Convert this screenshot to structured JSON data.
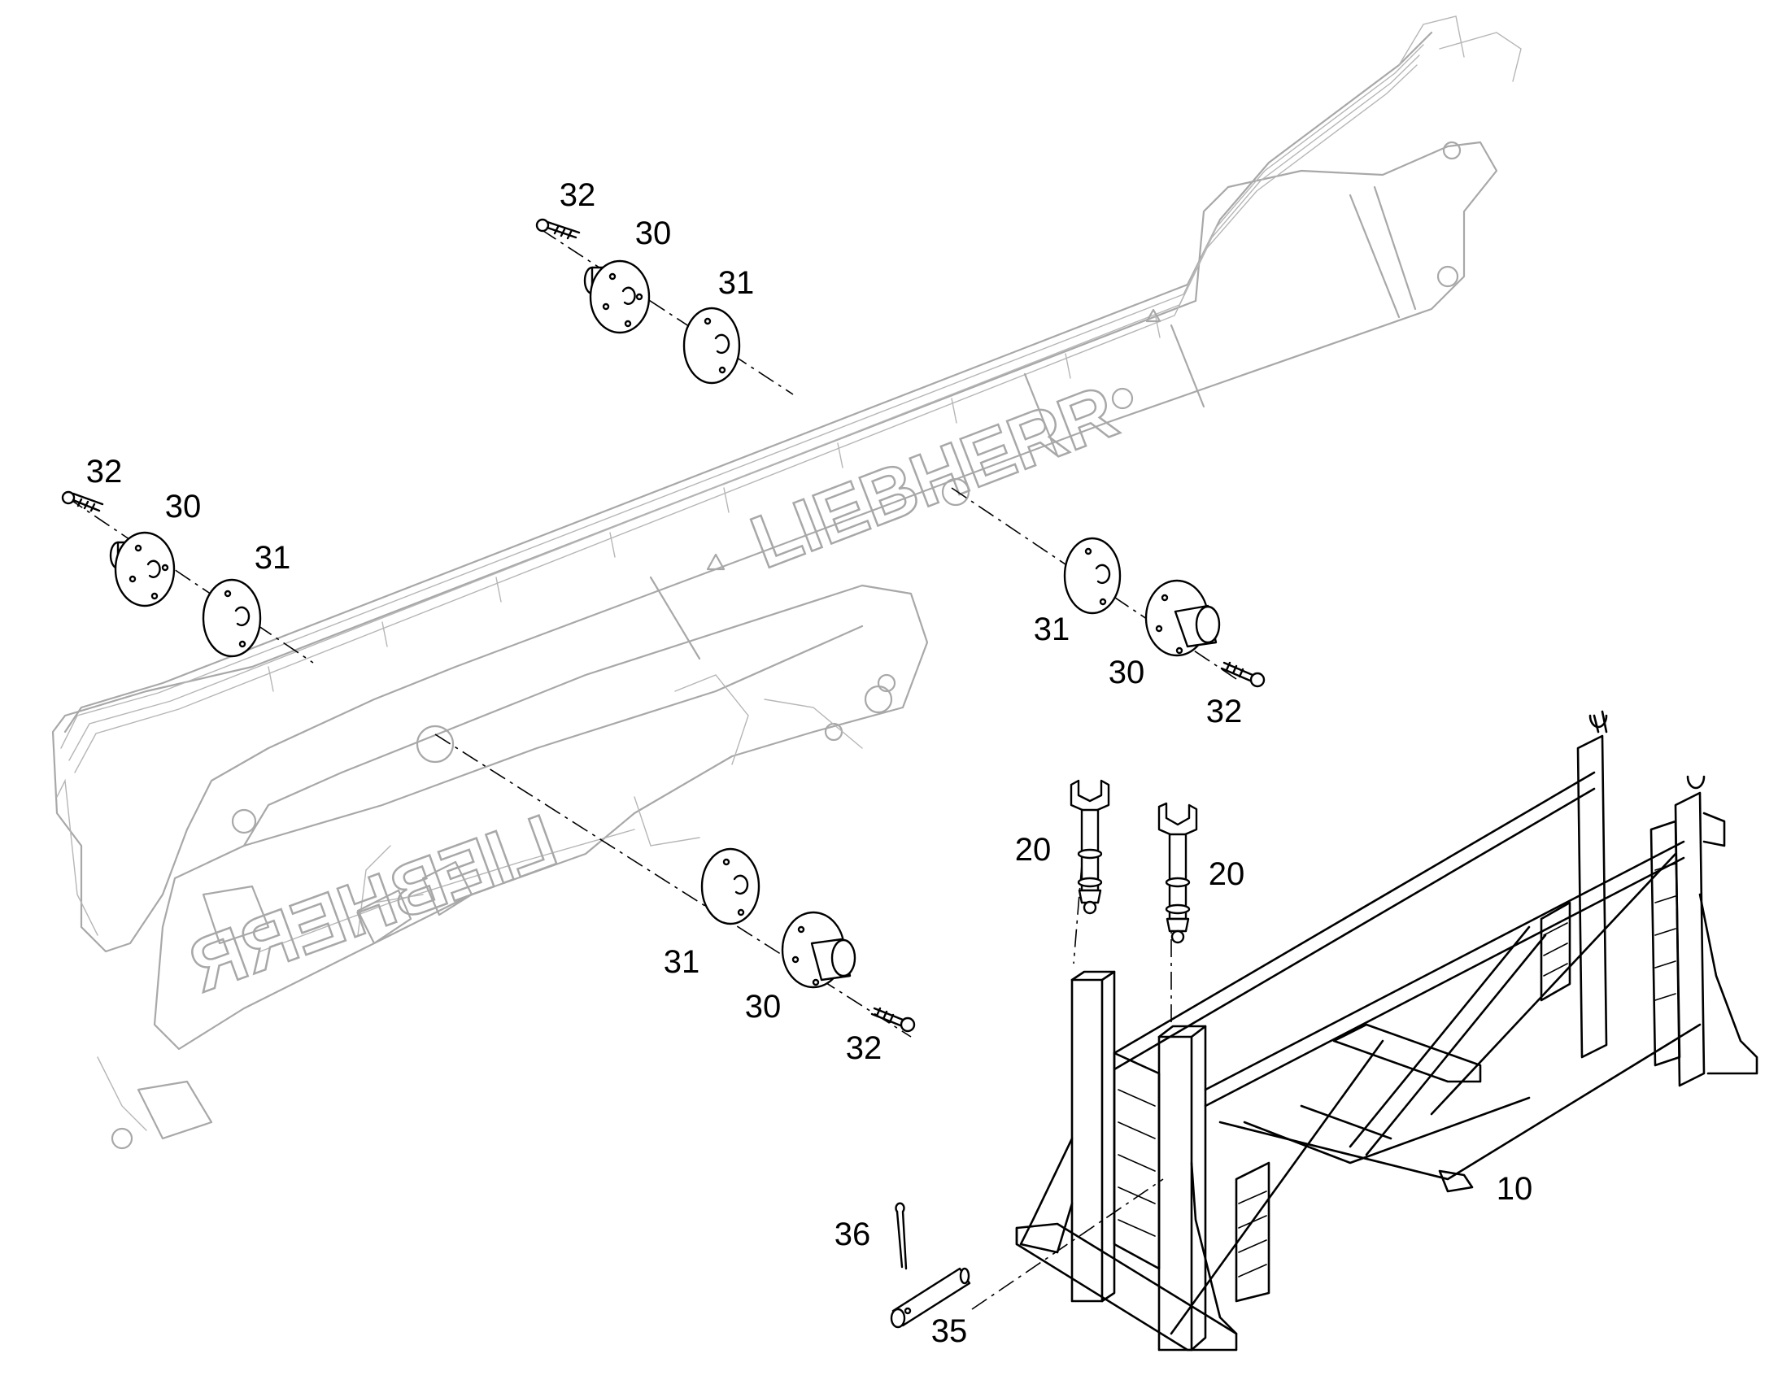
{
  "diagram": {
    "logo_text": "LIEBHERR",
    "callouts": [
      {
        "id": "c-32-top",
        "text": "32"
      },
      {
        "id": "c-30-top",
        "text": "30"
      },
      {
        "id": "c-31-top",
        "text": "31"
      },
      {
        "id": "c-32-left",
        "text": "32"
      },
      {
        "id": "c-30-left",
        "text": "30"
      },
      {
        "id": "c-31-left",
        "text": "31"
      },
      {
        "id": "c-31-right",
        "text": "31"
      },
      {
        "id": "c-30-right",
        "text": "30"
      },
      {
        "id": "c-32-right",
        "text": "32"
      },
      {
        "id": "c-31-mid",
        "text": "31"
      },
      {
        "id": "c-30-mid",
        "text": "30"
      },
      {
        "id": "c-32-mid",
        "text": "32"
      },
      {
        "id": "c-20-left",
        "text": "20"
      },
      {
        "id": "c-20-right",
        "text": "20"
      },
      {
        "id": "c-10",
        "text": "10"
      },
      {
        "id": "c-36",
        "text": "36"
      },
      {
        "id": "c-35",
        "text": "35"
      }
    ]
  }
}
